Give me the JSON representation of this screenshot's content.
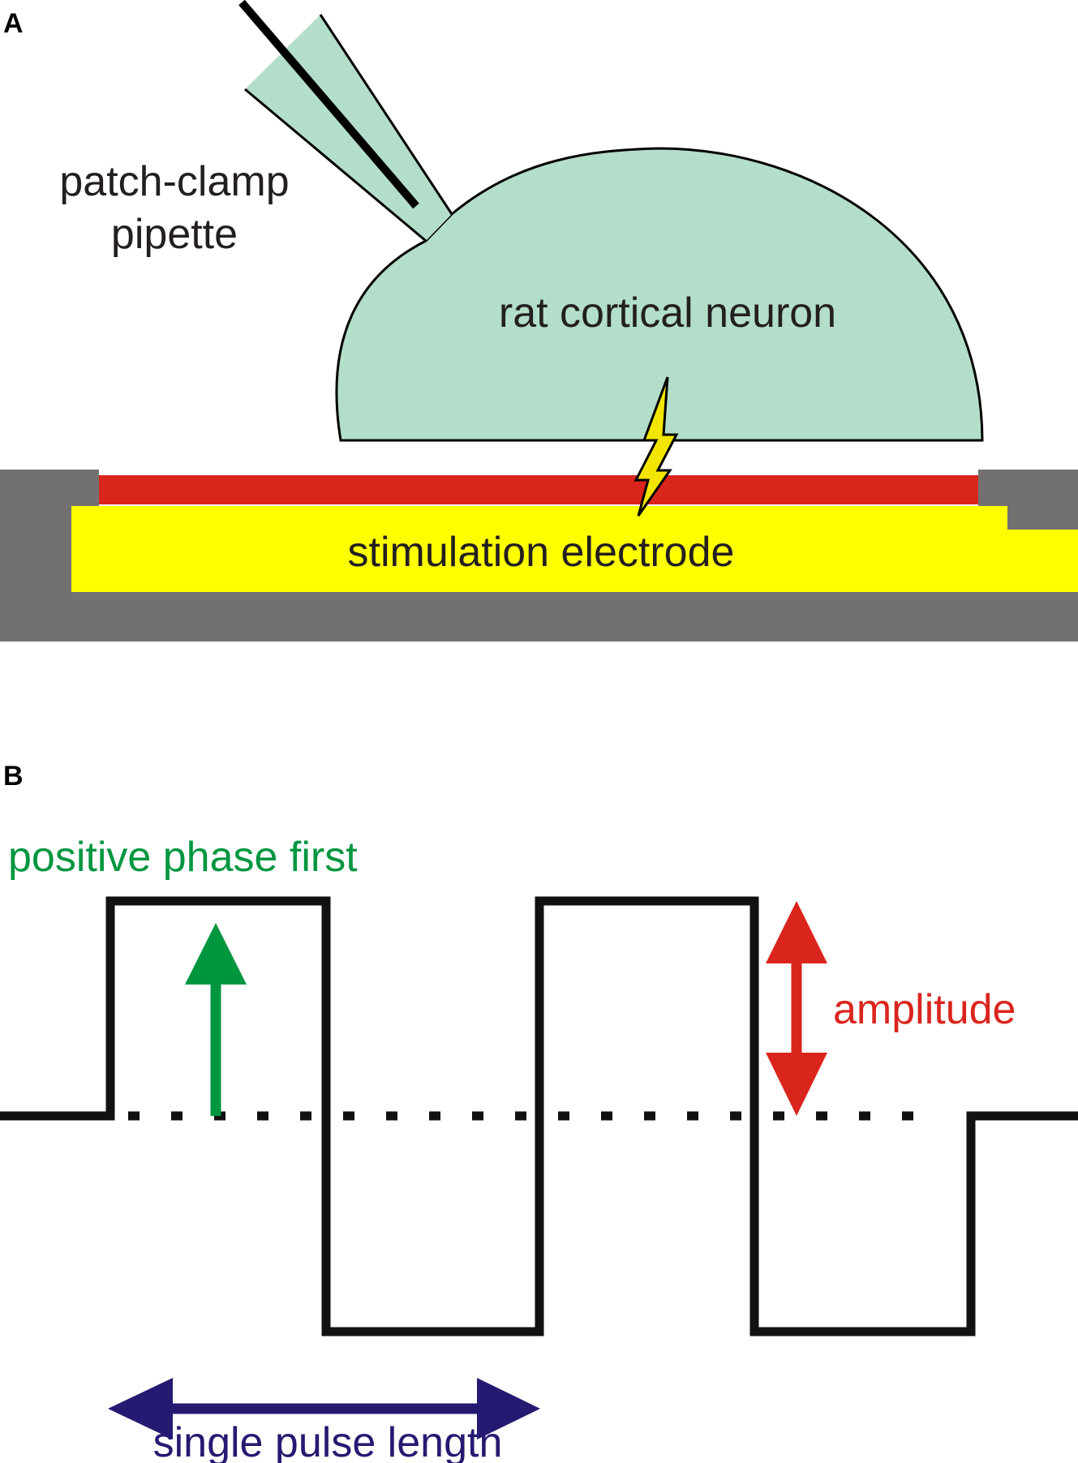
{
  "panel_a": {
    "letter": "A",
    "pipette_label_line1": "patch-clamp",
    "pipette_label_line2": "pipette",
    "neuron_label": "rat cortical neuron",
    "electrode_label": "stimulation electrode"
  },
  "panel_b": {
    "letter": "B",
    "polarity_label": "positive phase first",
    "amplitude_label": "amplitude",
    "pulse_length_label": "single pulse length"
  },
  "colors": {
    "neuron_fill": "#b3dec9",
    "substrate_gray": "#737170",
    "electrode_yellow": "#ffff00",
    "insulation_red": "#da251d",
    "spark_yellow": "#f2e600",
    "waveform": "#111111",
    "polarity_green": "#009640",
    "amplitude_red": "#da251d",
    "pulse_blue": "#251a72"
  }
}
